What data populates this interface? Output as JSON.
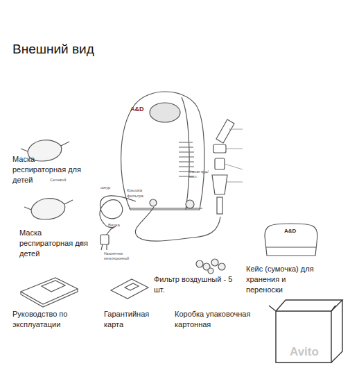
{
  "diagram": {
    "title": "Внешний вид",
    "labels": [
      "Маска респираторная для детей",
      "Сетевой",
      "шнур",
      "Маска респираторная для детей",
      "я",
      "Вилка",
      "Крышка фильтра",
      "Наконечник ингаляционный",
      "Клапан вкл./выкл.",
      "A&D",
      "Фильтр воздушный - 5 шт.",
      "A&D",
      "Кейс (сумочка) для хранения и переноски",
      "Руководство по эксплуатации",
      "Гарантийная карта",
      "Коробка упаковочная картонная",
      "Avito"
    ]
  }
}
